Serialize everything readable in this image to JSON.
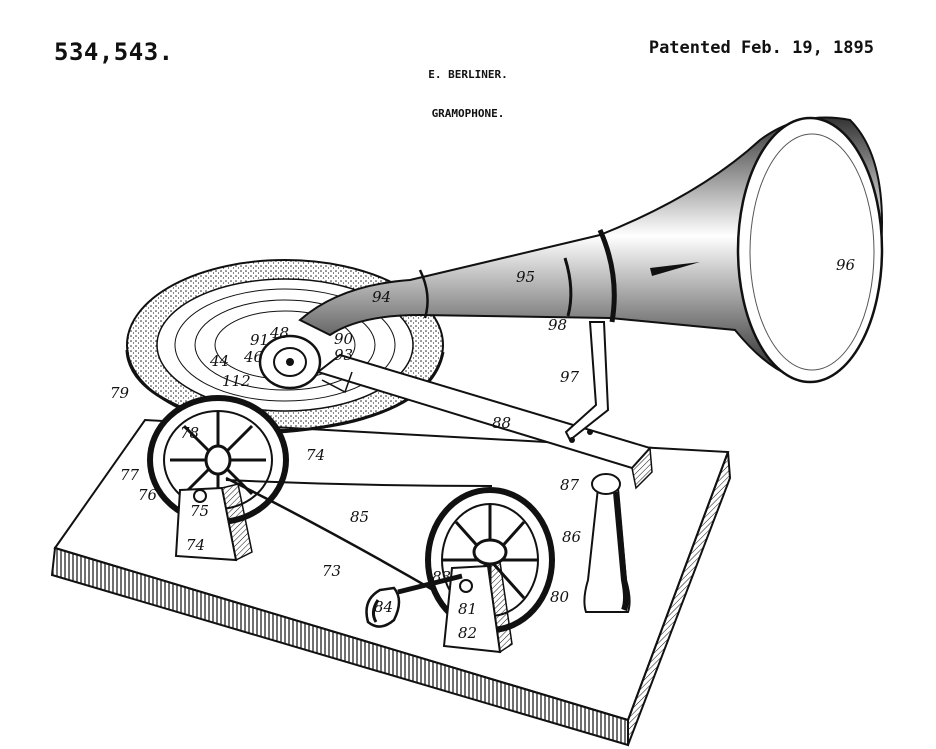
{
  "header": {
    "patent_number": "534,543.",
    "patent_date": "Patented Feb. 19, 1895",
    "inventor": "E. BERLINER.",
    "title": "GRAMOPHONE."
  },
  "refs": {
    "r96": "96",
    "r95": "95",
    "r94": "94",
    "r98": "98",
    "r97": "97",
    "r90": "90",
    "r93": "93",
    "r48": "48",
    "r91": "91",
    "r46": "46",
    "r44": "44",
    "r112": "112",
    "r79": "79",
    "r88": "88",
    "r78": "78",
    "r77": "77",
    "r76": "76",
    "r75": "75",
    "r74a": "74",
    "r74b": "74",
    "r87": "87",
    "r86": "86",
    "r85": "85",
    "r73": "73",
    "r84": "84",
    "r83": "83",
    "r81": "81",
    "r82": "82",
    "r80": "80"
  }
}
